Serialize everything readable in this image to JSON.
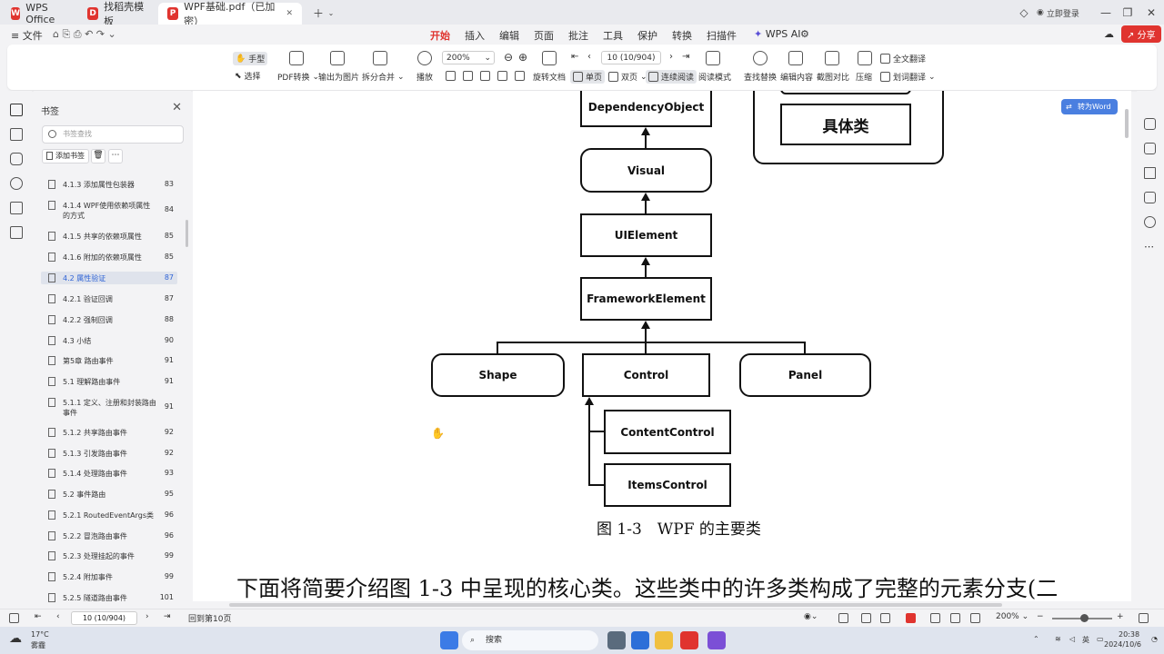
{
  "tabs": [
    {
      "label": "WPS Office",
      "icon": "wps-logo"
    },
    {
      "label": "找稻壳模板",
      "icon": "docer-logo"
    },
    {
      "label": "WPF基础.pdf（已加密）",
      "icon": "pdf-logo"
    }
  ],
  "title_right": {
    "login_label": "立即登录"
  },
  "menu": {
    "file_label": "文件",
    "items": [
      "开始",
      "插入",
      "编辑",
      "页面",
      "批注",
      "工具",
      "保护",
      "转换",
      "扫描件"
    ],
    "ai_label": "WPS AI",
    "share_label": "分享"
  },
  "ribbon": {
    "hand_label": "手型",
    "select_label": "选择",
    "pdf_convert": "PDF转换",
    "export_image": "输出为图片",
    "split_merge": "拆分合并",
    "play": "播放",
    "zoom_value": "200%",
    "page_value": "10 (10/904)",
    "rotate_doc": "旋转文档",
    "single_page": "单页",
    "double_page": "双页",
    "continuous_read": "连续阅读",
    "read_mode": "阅读模式",
    "find_replace": "查找替换",
    "edit_content": "编辑内容",
    "screenshot_compare": "截图对比",
    "compress": "压缩",
    "full_translate": "全文翻译",
    "word_translate": "划词翻译"
  },
  "bookmarks": {
    "title": "书签",
    "search_placeholder": "书签查找",
    "add_label": "添加书签",
    "items": [
      {
        "label": "4.1.3 添加属性包装器",
        "page": "83"
      },
      {
        "label": "4.1.4 WPF使用依赖项属性的方式",
        "page": "84"
      },
      {
        "label": "4.1.5 共享的依赖项属性",
        "page": "85"
      },
      {
        "label": "4.1.6 附加的依赖项属性",
        "page": "85"
      },
      {
        "label": "4.2 属性验证",
        "page": "87"
      },
      {
        "label": "4.2.1 验证回调",
        "page": "87"
      },
      {
        "label": "4.2.2 强制回调",
        "page": "88"
      },
      {
        "label": "4.3 小结",
        "page": "90"
      },
      {
        "label": "第5章 路由事件",
        "page": "91"
      },
      {
        "label": "5.1 理解路由事件",
        "page": "91"
      },
      {
        "label": "5.1.1 定义、注册和封装路由事件",
        "page": "91"
      },
      {
        "label": "5.1.2 共享路由事件",
        "page": "92"
      },
      {
        "label": "5.1.3 引发路由事件",
        "page": "92"
      },
      {
        "label": "5.1.4 处理路由事件",
        "page": "93"
      },
      {
        "label": "5.2 事件路由",
        "page": "95"
      },
      {
        "label": "5.2.1 RoutedEventArgs类",
        "page": "96"
      },
      {
        "label": "5.2.2 冒泡路由事件",
        "page": "96"
      },
      {
        "label": "5.2.3 处理挂起的事件",
        "page": "99"
      },
      {
        "label": "5.2.4 附加事件",
        "page": "99"
      },
      {
        "label": "5.2.5 隧道路由事件",
        "page": "101"
      }
    ]
  },
  "document": {
    "top_right_box": "具体类",
    "nodes": {
      "dependency_object": "DependencyObject",
      "visual": "Visual",
      "ui_element": "UIElement",
      "framework_element": "FrameworkElement",
      "shape": "Shape",
      "control": "Control",
      "panel": "Panel",
      "content_control": "ContentControl",
      "items_control": "ItemsControl"
    },
    "caption": "图 1-3　WPF 的主要类",
    "body_text": "下面将简要介绍图 1-3 中呈现的核心类。这些类中的许多类构成了完整的元素分支(二",
    "to_word_label": "转为Word"
  },
  "statusbar": {
    "page_value": "10 (10/904)",
    "back_label": "回到第10页",
    "zoom_value": "200%"
  },
  "taskbar": {
    "weather_temp": "17°C",
    "weather_desc": "雾霾",
    "search_label": "搜索",
    "time": "20:38",
    "date": "2024/10/6",
    "lang": "英"
  },
  "colors": {
    "accent": "#e0342f",
    "selection": "#2e63d6",
    "to_word": "#4a7fe0"
  }
}
